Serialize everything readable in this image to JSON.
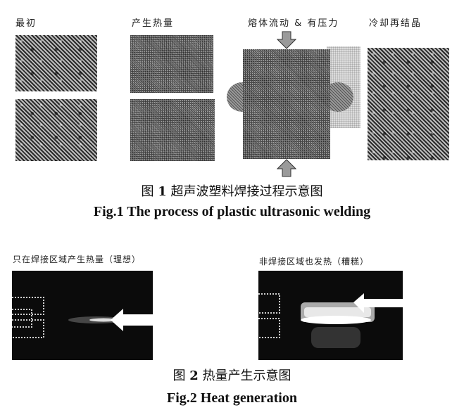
{
  "figure1": {
    "stage_labels": [
      "最初",
      "产生热量",
      "熔体流动 & 有压力",
      "冷却再结晶"
    ],
    "caption_cn_prefix": "图 ",
    "caption_cn_num": "1",
    "caption_cn_text": "  超声波塑料焊接过程示意图",
    "caption_en_prefix": "Fig.1  ",
    "caption_en_text": "The process of plastic ultrasonic welding"
  },
  "figure2": {
    "label_left": "只在焊接区域产生热量（理想）",
    "label_right": "非焊接区域也发热（糟糕）",
    "caption_cn_prefix": "图 ",
    "caption_cn_num": "2",
    "caption_cn_text": "  热量产生示意图",
    "caption_en_prefix": "Fig.2  ",
    "caption_en_text": "Heat generation"
  }
}
